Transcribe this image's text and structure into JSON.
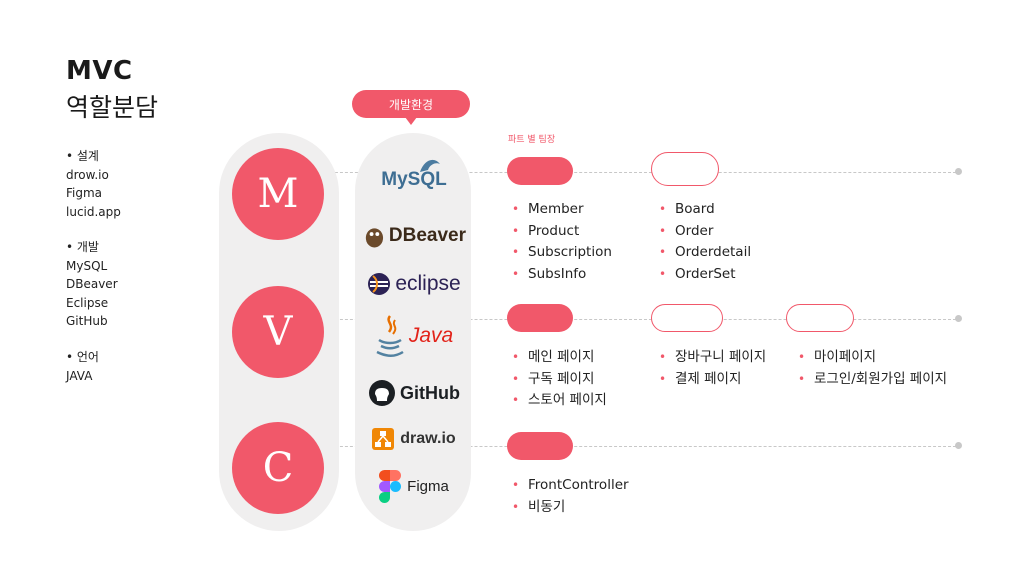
{
  "title": "MVC",
  "subtitle": "역할분담",
  "left_sections": [
    {
      "heading": "• 설계",
      "items": [
        "drow.io",
        "Figma",
        "lucid.app"
      ]
    },
    {
      "heading": "• 개발",
      "items": [
        "MySQL",
        "DBeaver",
        "Eclipse",
        "GitHub"
      ]
    },
    {
      "heading": "• 언어",
      "items": [
        "JAVA"
      ]
    }
  ],
  "mvc": {
    "m": "M",
    "v": "V",
    "c": "C"
  },
  "env_badge": "개발환경",
  "tools": {
    "mysql": "MySQL",
    "dbeaver": "DBeaver",
    "eclipse": "eclipse",
    "java": "Java",
    "github": "GitHub",
    "drawio": "draw.io",
    "figma": "Figma"
  },
  "part_label": "파트 별 팀장",
  "badges": {
    "m1": "",
    "m2": "",
    "v1": "",
    "v2": "",
    "v3": "",
    "c1": ""
  },
  "lists": {
    "m_left": [
      "Member",
      "Product",
      "Subscription",
      "SubsInfo"
    ],
    "m_right": [
      "Board",
      "Order",
      "Orderdetail",
      "OrderSet"
    ],
    "v_left": [
      "메인 페이지",
      "구독 페이지",
      "스토어 페이지"
    ],
    "v_mid": [
      "장바구니 페이지",
      "결제 페이지"
    ],
    "v_right": [
      "마이페이지",
      "로그인/회원가입 페이지"
    ],
    "c_left": [
      "FrontController",
      "비동기"
    ]
  },
  "bullet": "•",
  "colors": {
    "accent": "#f1586a",
    "pill": "#f0efef",
    "dash": "#c8c8c8"
  }
}
